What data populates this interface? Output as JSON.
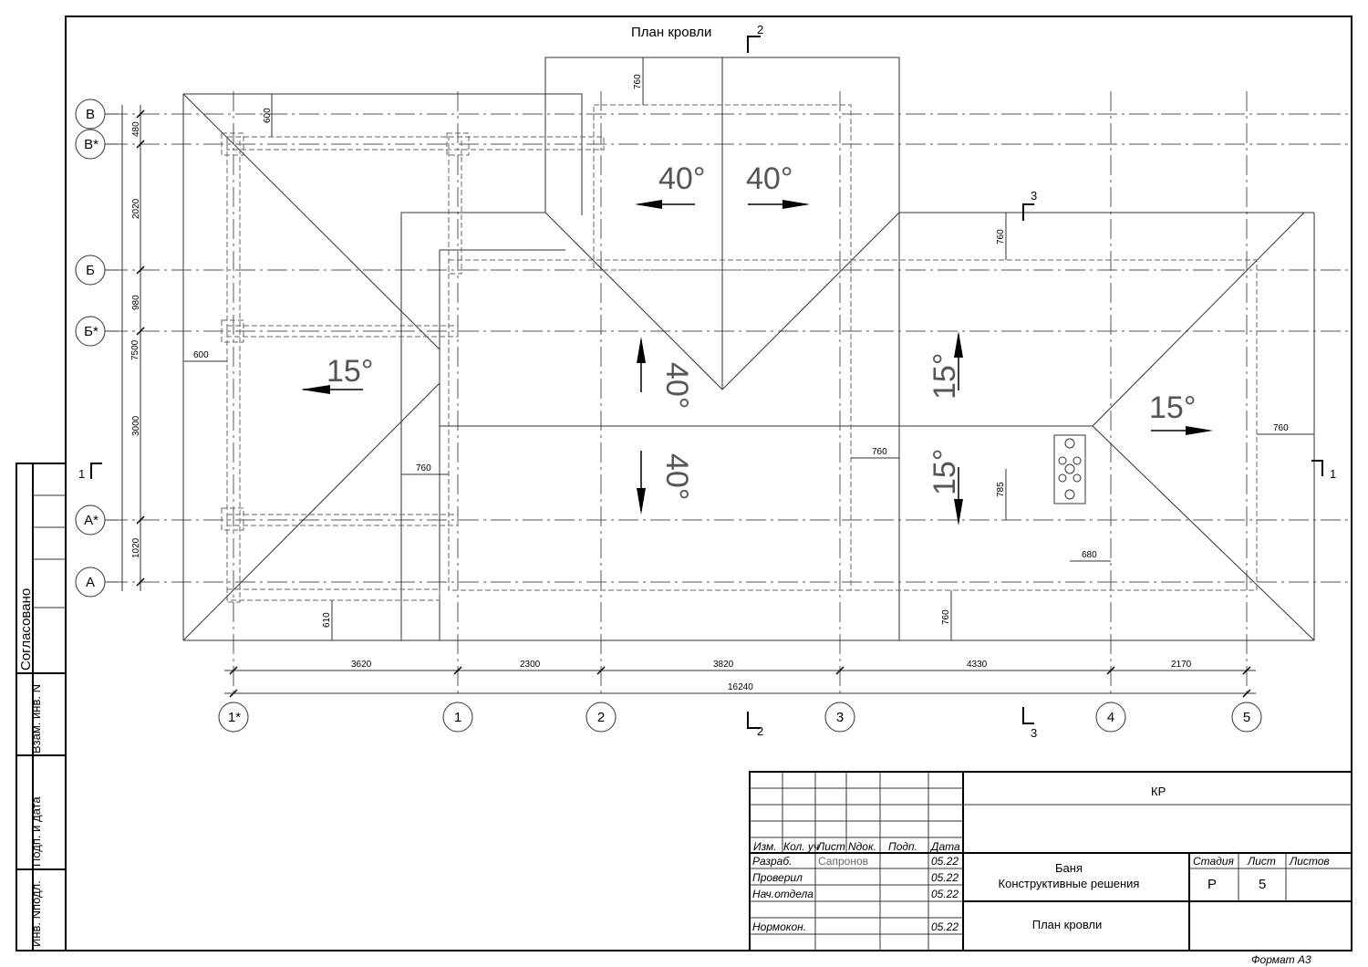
{
  "drawing": {
    "title": "План кровли",
    "format": "Формат А3"
  },
  "axes": {
    "rows": [
      "В",
      "В*",
      "Б",
      "Б*",
      "А*",
      "А"
    ],
    "columns": [
      "1*",
      "1",
      "2",
      "3",
      "4",
      "5"
    ]
  },
  "sections": {
    "s1": "1",
    "s2": "2",
    "s3": "3"
  },
  "slopes": {
    "left": "15°",
    "top_left": "40°",
    "top_right": "40°",
    "mid_upper": "40°",
    "mid_lower": "40°",
    "right_upper": "15°",
    "right_lower": "15°",
    "far_right": "15°"
  },
  "dimensions": {
    "horizontal": [
      "3620",
      "2300",
      "3820",
      "4330",
      "2170"
    ],
    "total": "16240",
    "vertical": [
      "480",
      "2020",
      "980",
      "3000",
      "1020"
    ],
    "vertical_total": "7500",
    "overhang_600_top": "600",
    "overhang_600_left": "600",
    "overhang_760_top": "760",
    "overhang_760_right_top": "760",
    "overhang_760_left": "760",
    "overhang_760_mid": "760",
    "overhang_760_right": "760",
    "overhang_760_bottom": "760",
    "overhang_610": "610",
    "chimney_785": "785",
    "chimney_680": "680"
  },
  "side_stamp": {
    "agreed": "Согласовано",
    "replace_inv": "Взам. инв. N",
    "sign_date": "Подп. и дата",
    "inv_orig": "Инв. Nподл."
  },
  "title_block": {
    "code": "КР",
    "headers": [
      "Изм.",
      "Кол. уч",
      "Лист",
      "Nдок.",
      "Подп.",
      "Дата"
    ],
    "rows": [
      {
        "role": "Разраб.",
        "name": "Сапронов",
        "date": "05.22"
      },
      {
        "role": "Проверил",
        "name": "",
        "date": "05.22"
      },
      {
        "role": "Нач.отдела",
        "name": "",
        "date": "05.22"
      },
      {
        "role": "Нормокон.",
        "name": "",
        "date": "05.22"
      }
    ],
    "object_line1": "Баня",
    "object_line2": "Конструктивные решения",
    "sheet_title": "План кровли",
    "stage_label": "Стадия",
    "sheet_label": "Лист",
    "sheets_label": "Листов",
    "stage": "Р",
    "sheet": "5",
    "sheets": ""
  }
}
